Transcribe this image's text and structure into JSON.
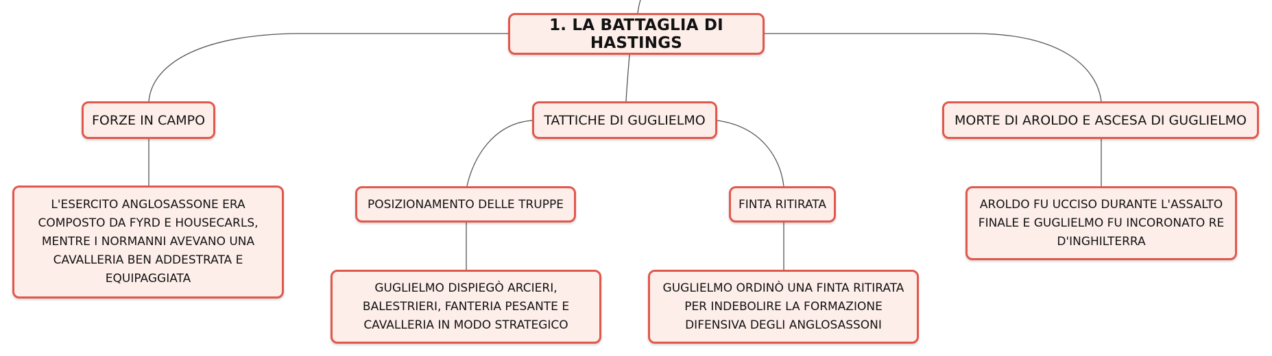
{
  "diagram": {
    "root": {
      "label": "1. LA BATTAGLIA DI HASTINGS"
    },
    "branches": [
      {
        "label": "FORZE IN CAMPO",
        "children": [
          {
            "label": "L'ESERCITO ANGLOSASSONE ERA COMPOSTO DA FYRD E HOUSECARLS, MENTRE I NORMANNI AVEVANO UNA CAVALLERIA BEN ADDESTRATA E EQUIPAGGIATA"
          }
        ]
      },
      {
        "label": "TATTICHE DI GUGLIELMO",
        "children": [
          {
            "label": "POSIZIONAMENTO DELLE TRUPPE",
            "children": [
              {
                "label": "GUGLIELMO DISPIEGÒ ARCIERI, BALESTRIERI, FANTERIA PESANTE E CAVALLERIA IN MODO STRATEGICO"
              }
            ]
          },
          {
            "label": "FINTA RITIRATA",
            "children": [
              {
                "label": "GUGLIELMO ORDINÒ UNA FINTA RITIRATA PER INDEBOLIRE LA FORMAZIONE DIFENSIVA DEGLI ANGLOSASSONI"
              }
            ]
          }
        ]
      },
      {
        "label": "MORTE DI AROLDO E ASCESA DI GUGLIELMO",
        "children": [
          {
            "label": "AROLDO FU UCCISO DURANTE L'ASSALTO FINALE E GUGLIELMO FU INCORONATO RE D'INGHILTERRA"
          }
        ]
      }
    ]
  },
  "colors": {
    "node_border": "#e2574c",
    "node_fill": "#fdeee9",
    "connector": "#555555",
    "text": "#111111"
  }
}
